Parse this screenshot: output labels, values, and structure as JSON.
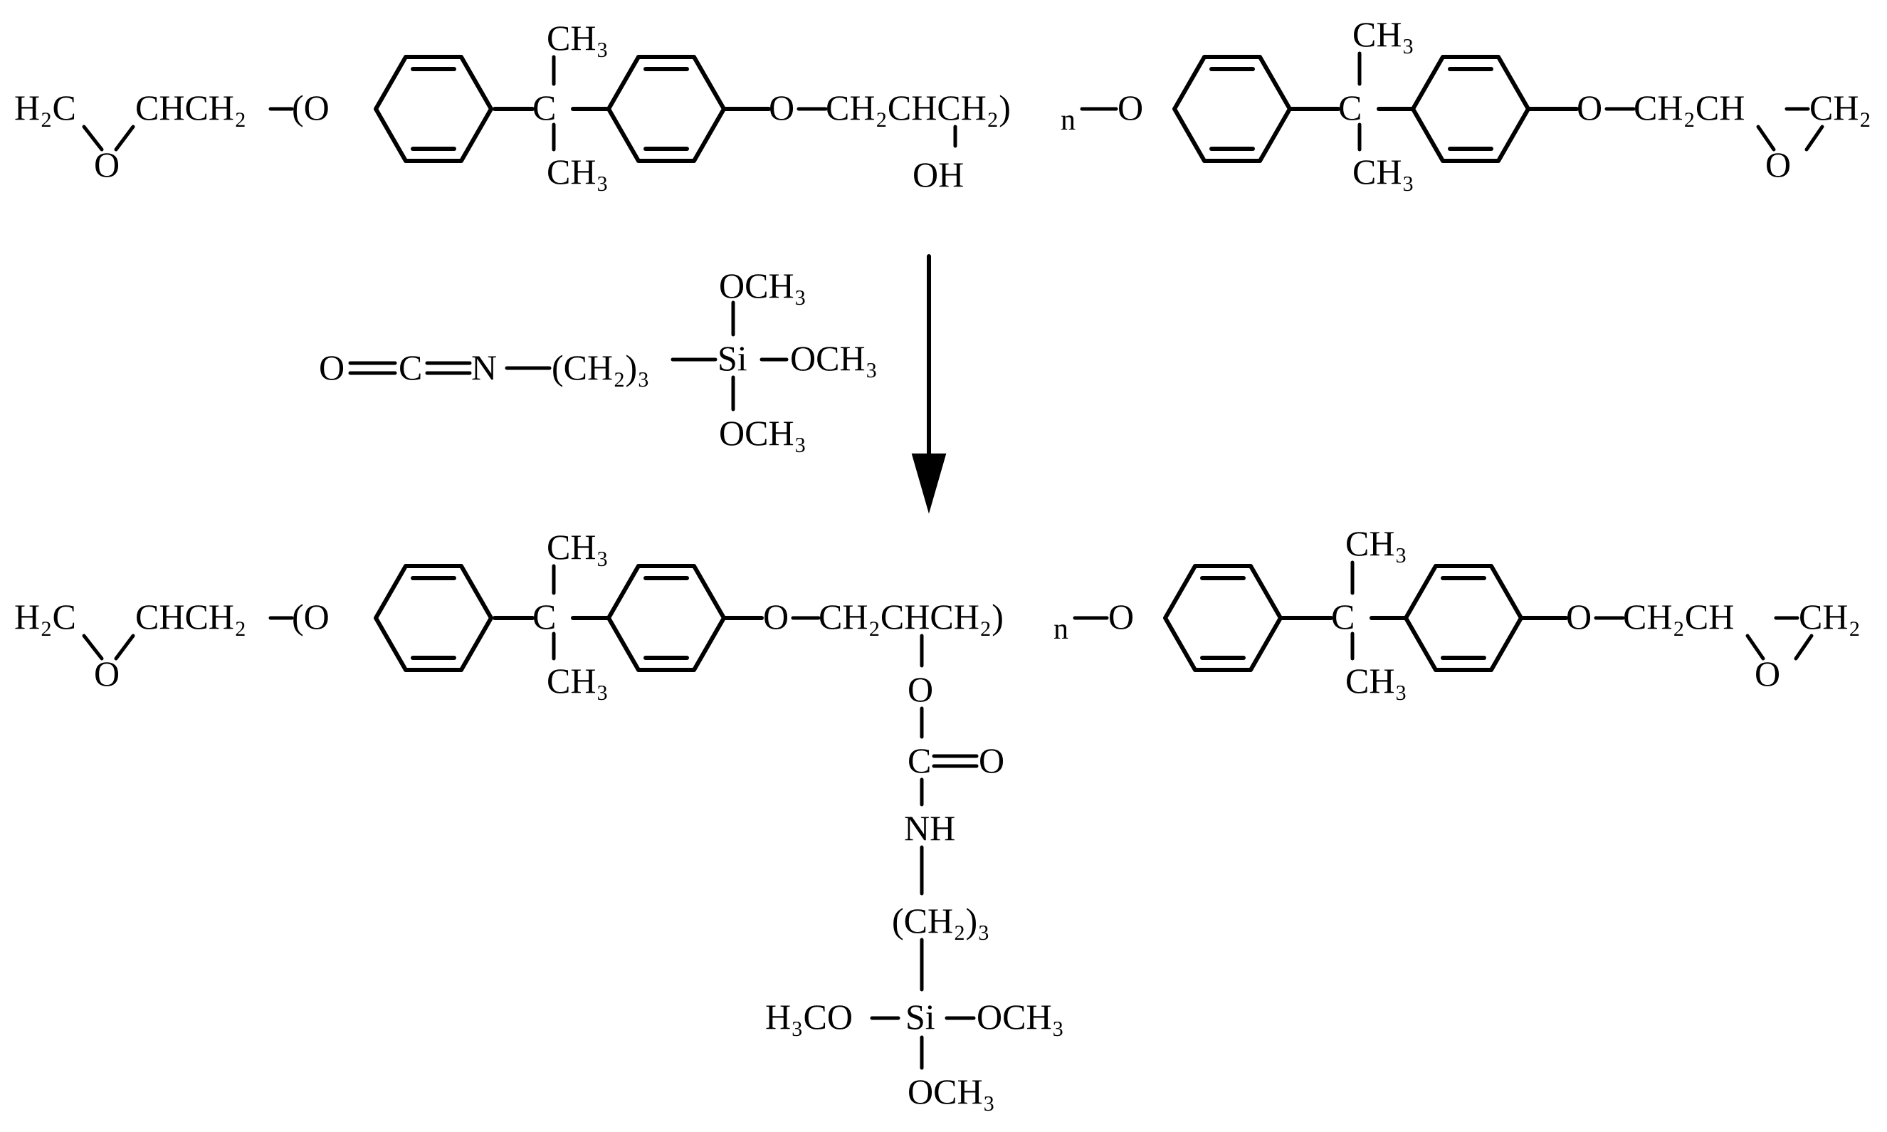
{
  "diagram": {
    "reactant": {
      "h2c": "H₂C",
      "ch2_right": "CH₂",
      "epoxide_o_left": "O",
      "epoxide_o_right": "O",
      "cc_left": "CHCH₂",
      "paren_o": "(O",
      "ch3_a_top": "CH₃",
      "ch3_a_bot": "CH₃",
      "ch3_b_top": "CH₃",
      "ch3_b_bot": "CH₃",
      "c_left": "C",
      "c_right": "C",
      "ether_o_1": "O",
      "ether_o_2": "O",
      "ether_o_3": "O",
      "chain": "CH₂CHCH₂)",
      "repeat": "n",
      "oh": "OH",
      "right_end": "CH₂CH"
    },
    "reagent": {
      "o": "O",
      "c": "C",
      "n": "N",
      "chain": "(CH₂)₃",
      "si": "Si",
      "och3_top": "OCH₃",
      "och3_right": "OCH₃",
      "och3_bot": "OCH₃"
    },
    "product": {
      "h2c": "H₂C",
      "ch2_right": "CH₂",
      "epoxide_o_left": "O",
      "epoxide_o_right": "O",
      "cc_left": "CHCH₂",
      "paren_o": "(O",
      "ch3_a_top": "CH₃",
      "ch3_a_bot": "CH₃",
      "ch3_b_top": "CH₃",
      "ch3_b_bot": "CH₃",
      "c_left": "C",
      "c_right": "C",
      "ether_o_1": "O",
      "ether_o_2": "O",
      "ether_o_3": "O",
      "chain": "CH₂CHCH₂)",
      "repeat": "n",
      "right_end": "CH₂CH",
      "side_o": "O",
      "carbonyl_c": "C",
      "carbonyl_o": "O",
      "nh": "NH",
      "side_chain": "(CH₂)₃",
      "si": "Si",
      "h3co": "H₃CO",
      "och3_right": "OCH₃",
      "och3_bot": "OCH₃"
    }
  }
}
